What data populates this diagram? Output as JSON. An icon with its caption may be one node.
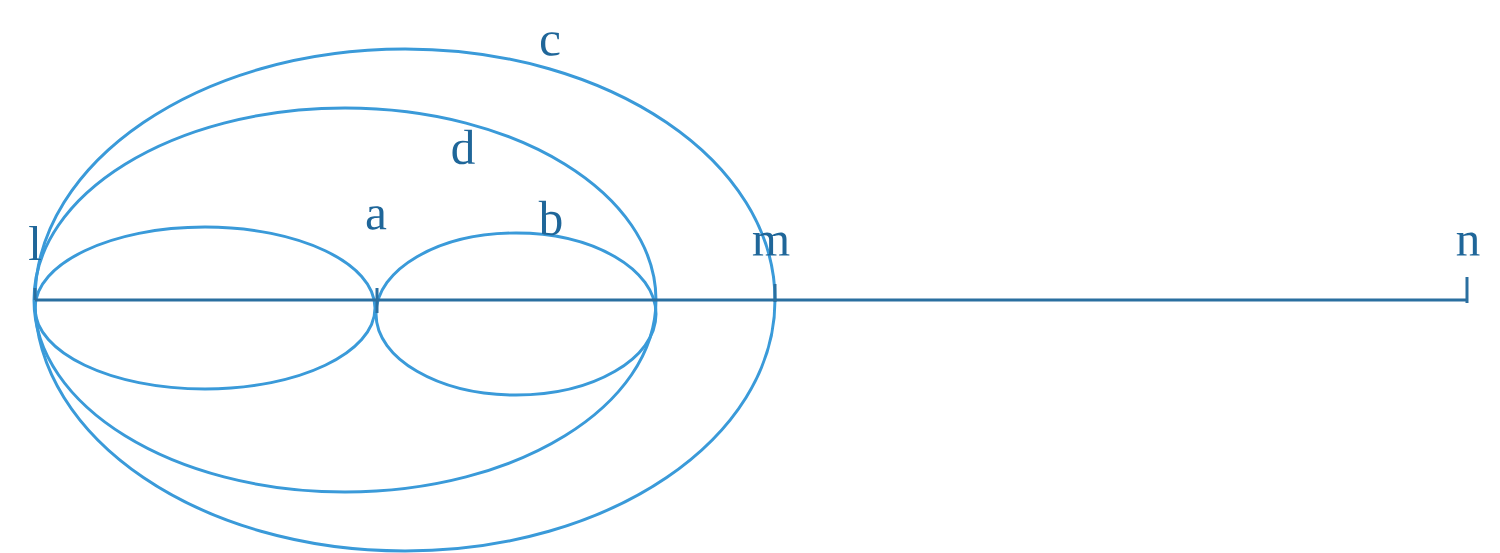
{
  "diagram": {
    "labels": [
      "c",
      "d",
      "a",
      "b",
      "l",
      "m",
      "n"
    ]
  }
}
